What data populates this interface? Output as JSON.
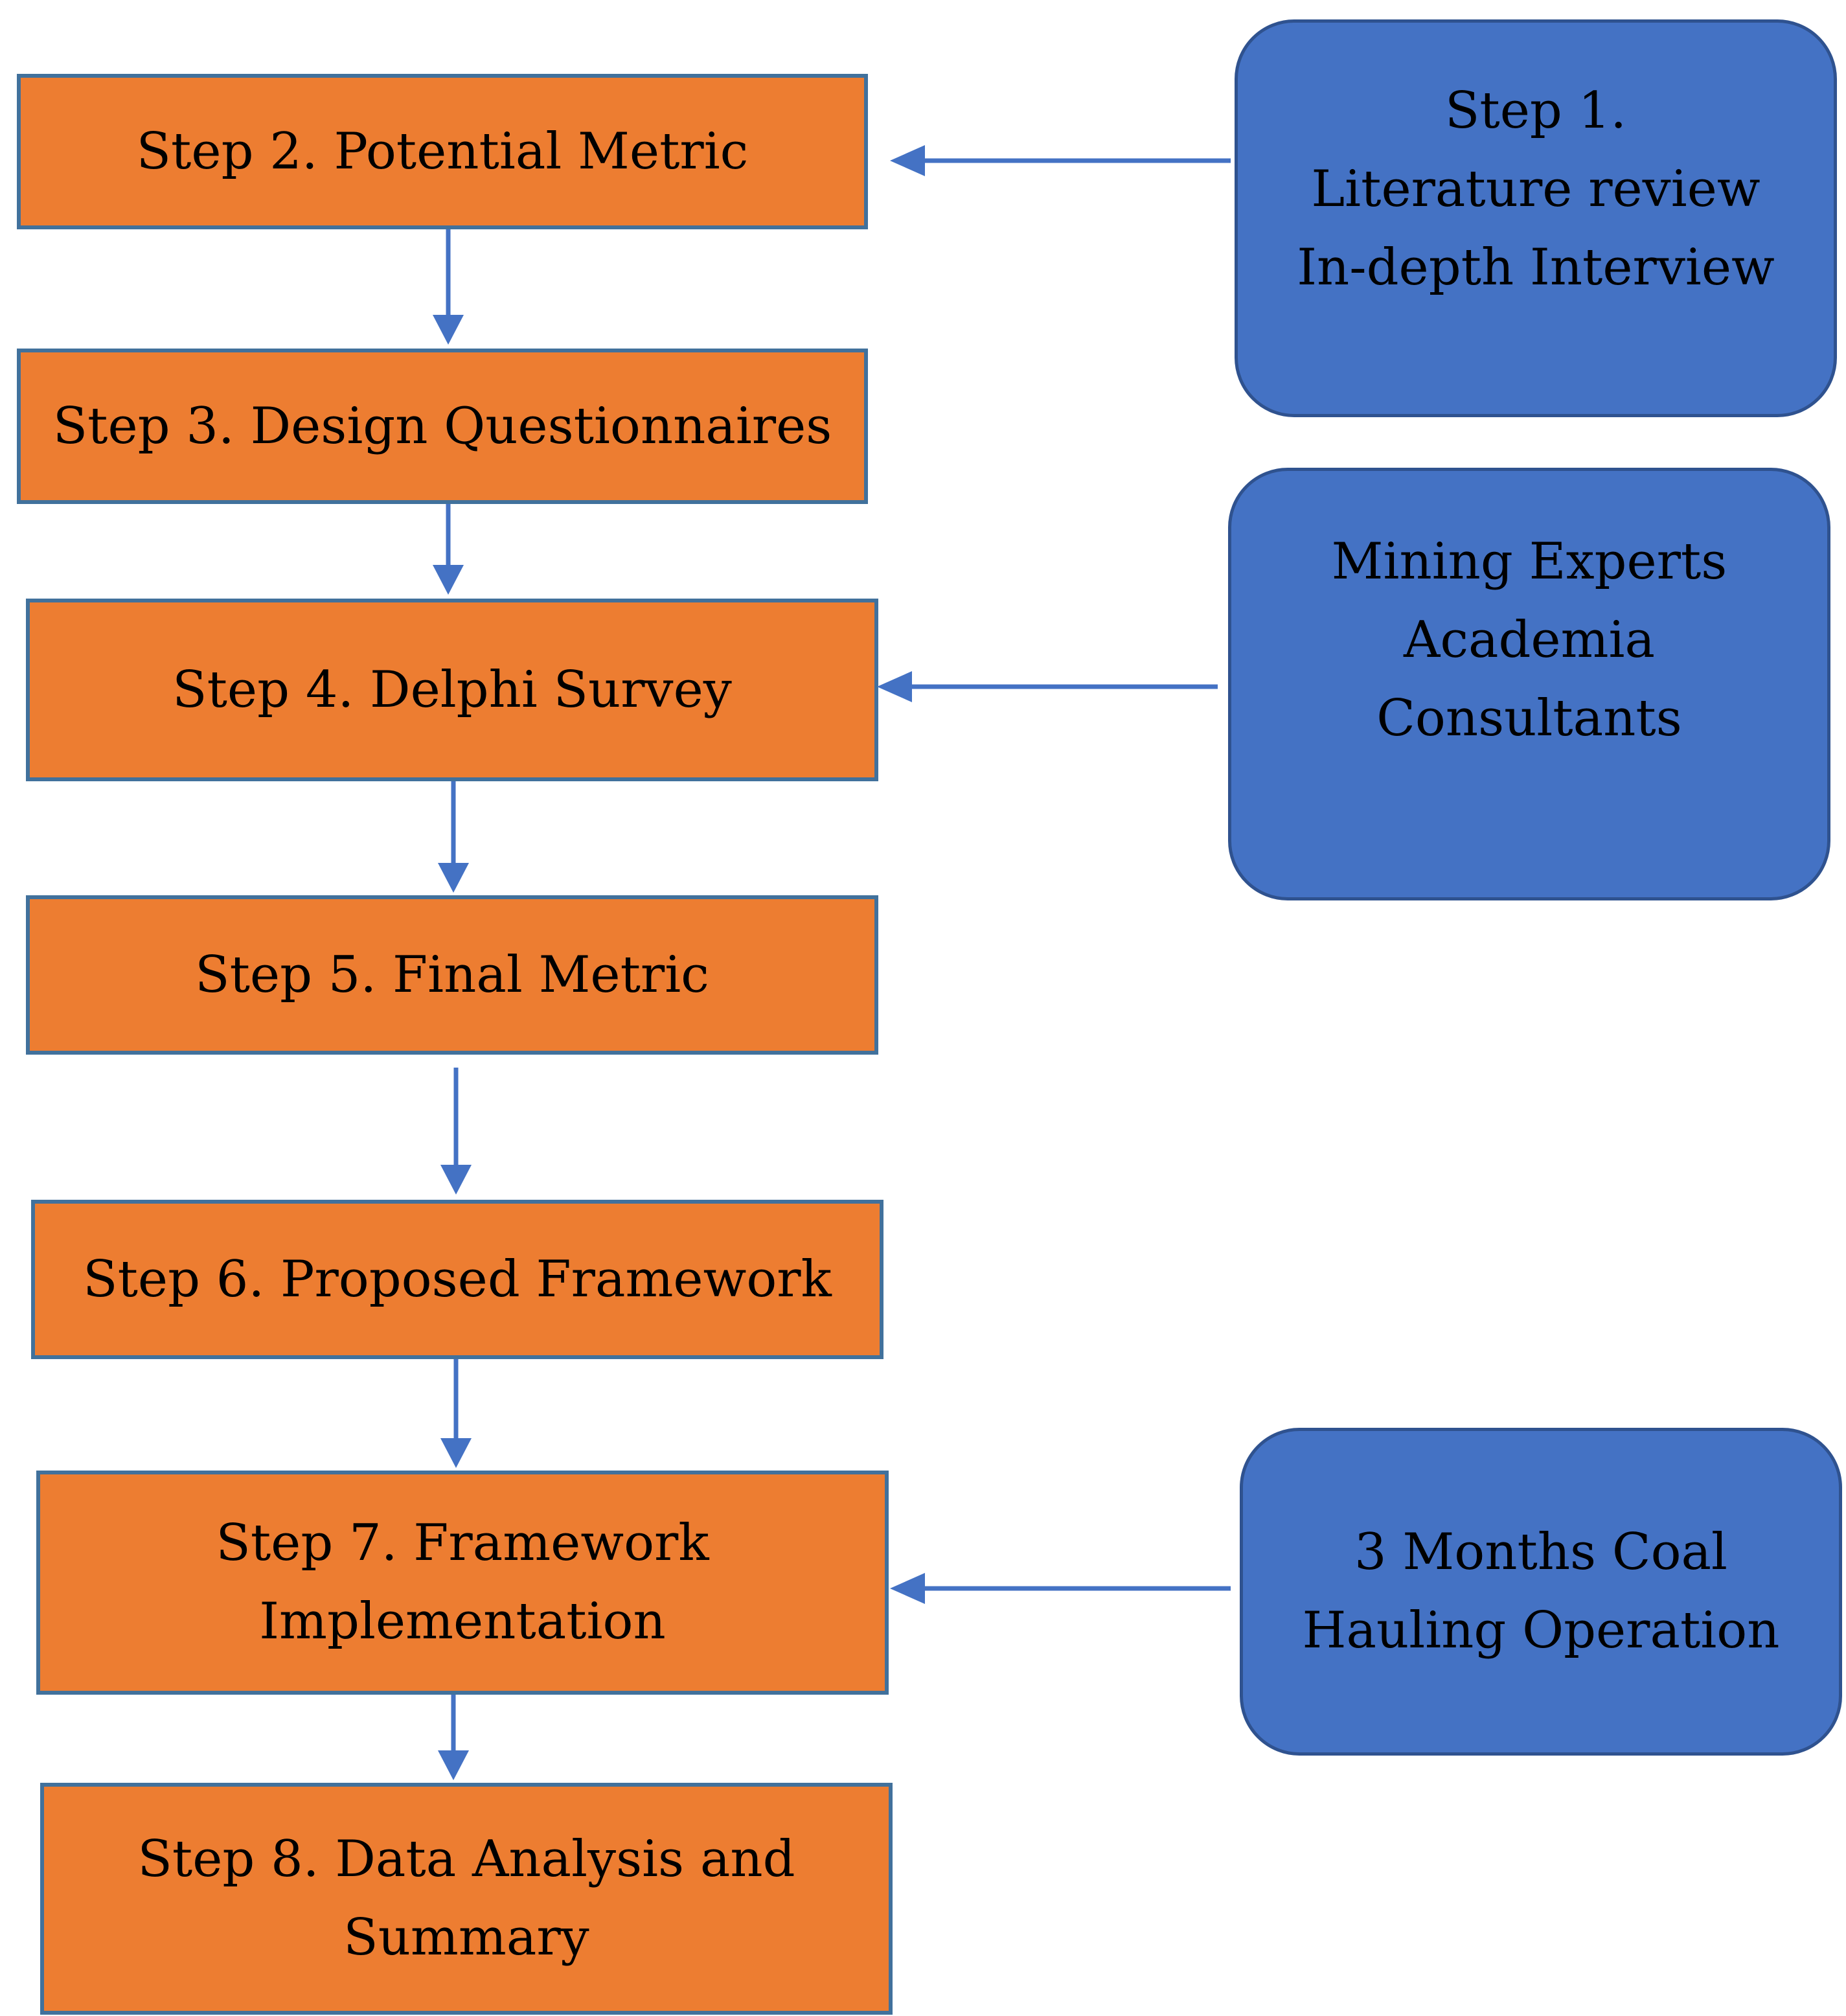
{
  "colors": {
    "step_fill": "#ED7D31",
    "step_border": "#41719C",
    "source_fill": "#4472C4",
    "source_border": "#2F528F",
    "arrow": "#4472C4",
    "text": "#000000"
  },
  "steps": [
    {
      "lines": [
        "Step 2. Potential Metric"
      ]
    },
    {
      "lines": [
        "Step 3. Design Questionnaires"
      ]
    },
    {
      "lines": [
        "Step 4. Delphi Survey"
      ]
    },
    {
      "lines": [
        "Step 5. Final Metric"
      ]
    },
    {
      "lines": [
        "Step 6. Proposed Framework"
      ]
    },
    {
      "lines": [
        "Step 7. Framework",
        "Implementation"
      ]
    },
    {
      "lines": [
        "Step 8. Data Analysis and",
        "Summary"
      ]
    }
  ],
  "sources": [
    {
      "lines": [
        "Step 1.",
        "Literature review",
        "In-depth Interview"
      ]
    },
    {
      "lines": [
        "Mining Experts",
        "Academia",
        "Consultants"
      ]
    },
    {
      "lines": [
        "3 Months Coal",
        "Hauling Operation"
      ]
    }
  ]
}
